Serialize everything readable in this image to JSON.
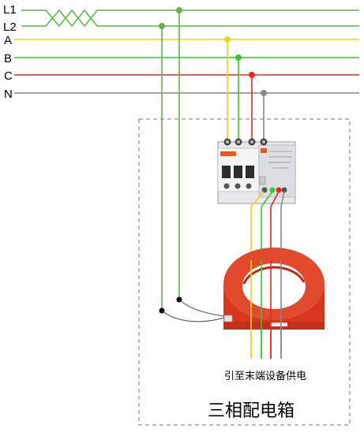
{
  "lines": {
    "l1": {
      "label": "L1",
      "color": "#5fb548"
    },
    "l2": {
      "label": "L2",
      "color": "#5fb548"
    },
    "a": {
      "label": "A",
      "color": "#f0d21a"
    },
    "b": {
      "label": "B",
      "color": "#37c737"
    },
    "c": {
      "label": "C",
      "color": "#e8281e"
    },
    "n": {
      "label": "N",
      "color": "#808890"
    }
  },
  "box": {
    "title": "三相配电箱"
  },
  "caption": "引至末端设备供电",
  "breaker_colors": {
    "body": "#eeeeee",
    "housing": "#d9dcdf",
    "toggle": "#333333",
    "label_tag": "#e65a1e"
  },
  "transformer_color": "#d8371f",
  "junction_color": "#000000"
}
